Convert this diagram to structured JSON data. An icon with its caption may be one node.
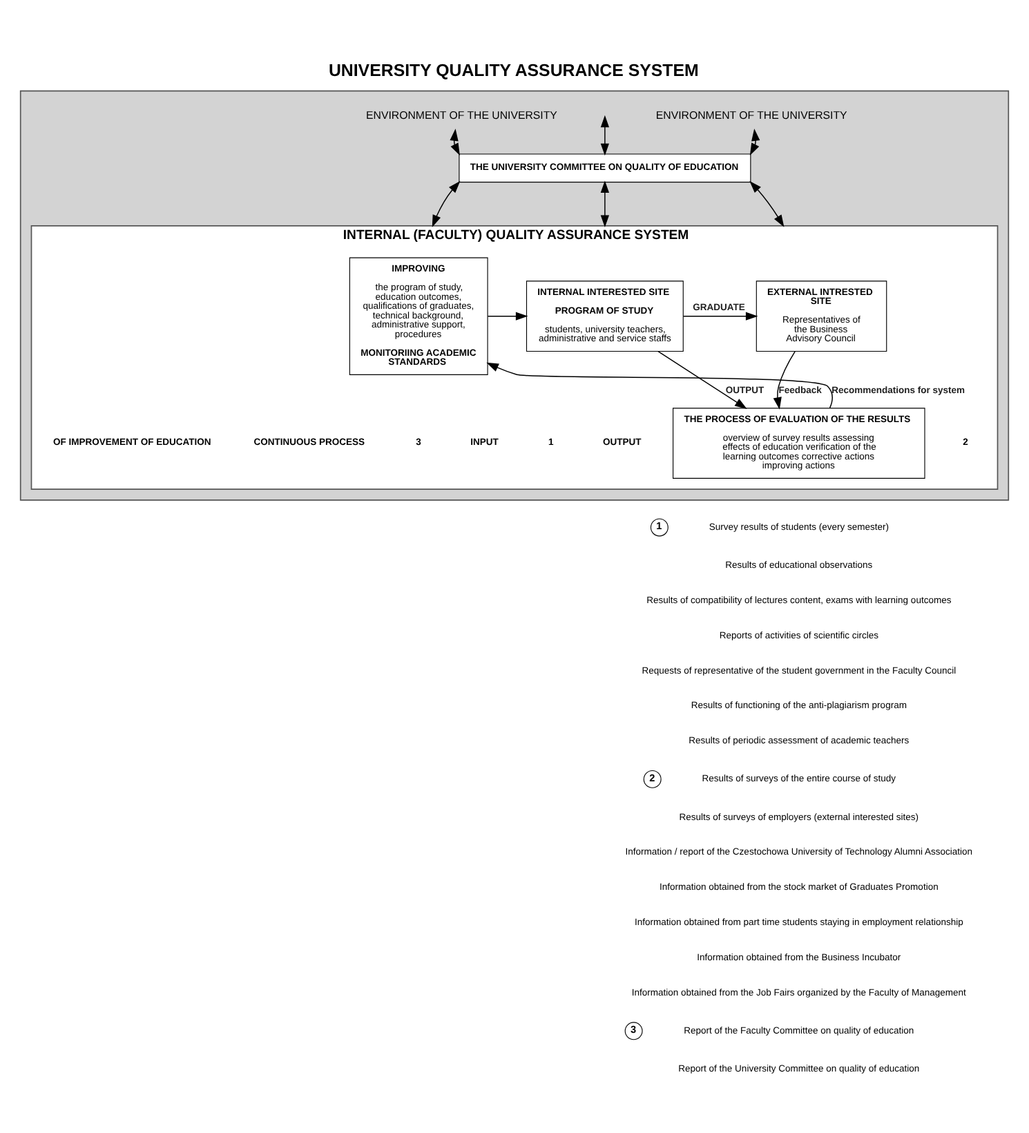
{
  "diagram": {
    "title": "UNIVERSITY QUALITY ASSURANCE SYSTEM",
    "nodes": [
      {
        "text": [],
        "shape": "box"
      },
      {
        "text": [
          "ENVIRONMENT OF THE UNIVERSITY"
        ],
        "in": 0
      },
      {
        "text": [
          "ENVIRONMENT OF THE UNIVERSITY"
        ],
        "in": 0
      },
      {
        "text": [
          "THE UNIVERSITY COMMITTEE ON QUALITY OF EDUCATION"
        ],
        "in": 0
      },
      {
        "text": [
          "INTERNAL (FACULTY) QUALITY ASSURANCE SYSTEM"
        ],
        "in": 0
      },
      {
        "text": [
          "IMPROVING",
          "the program of study, education outcomes, qualifications of graduates, technical background, administrative support, procedures",
          "MONITORIING ACADEMIC STANDARDS"
        ],
        "in": 4
      },
      {
        "text": [
          "INTERNAL INTERESTED SITE",
          "PROGRAM OF STUDY",
          "students, university teachers, administrative and service staffs"
        ],
        "in": 4
      },
      {
        "text": [
          "EXTERNAL INTRESTED SITE",
          "Representatives of the Business Advisory Council"
        ],
        "in": 4
      },
      {
        "text": [
          "THE PROCESS OF EVALUATION OF THE RESULTS",
          "overview of survey results assessing effects of education verification of the learning outcomes corrective actions improving actions"
        ],
        "in": 4
      }
    ],
    "edges": [
      {
        "from": 1,
        "to": 3,
        "arrow": "both"
      },
      {
        "from": null,
        "to": 3,
        "arrow": "both"
      },
      {
        "from": 2,
        "to": 3,
        "arrow": "both"
      },
      {
        "from": 3,
        "to": 4,
        "arrow": "both"
      },
      {
        "from": 3,
        "to": 4,
        "arrow": "both"
      },
      {
        "from": 3,
        "to": 4,
        "arrow": "both"
      },
      {
        "from": 5,
        "to": 6,
        "arrow": "to"
      },
      {
        "from": 6,
        "to": 7,
        "arrow": "to",
        "label": "GRADUATE"
      },
      {
        "from": 6,
        "to": 8,
        "arrow": "to",
        "label": "OUTPUT"
      },
      {
        "from": 7,
        "to": 8,
        "arrow": "to",
        "label": "Feedback"
      },
      {
        "from": 8,
        "to": 5,
        "arrow": "to",
        "label": "Recommendations for system"
      }
    ],
    "labels": [
      "INPUT",
      "3",
      "OUTPUT",
      "1",
      "2",
      "CONTINUOUS PROCESS",
      "OF IMPROVEMENT OF EDUCATION",
      "1",
      "Survey results of students (every semester)",
      "Results of educational observations",
      "Results of compatibility of lectures content, exams with learning outcomes",
      "Reports of activities of scientific circles",
      "Requests of representative of the student government in the Faculty Council",
      "Results of functioning of the anti-plagiarism program",
      "Results of periodic assessment of academic teachers",
      "2",
      "Results of surveys of the entire course of study",
      "Results of surveys of employers (external interested sites)",
      "Information / report of the Czestochowa University of Technology Alumni Association",
      "Information obtained from the stock market of Graduates Promotion",
      "Information obtained from part time students staying in employment relationship",
      "Information obtained from the Business Incubator",
      "Information obtained from the Job Fairs organized by the Faculty of Management",
      "3",
      "Report of the Faculty Committee on quality of education",
      "Report of the University Committee on quality of education"
    ]
  }
}
